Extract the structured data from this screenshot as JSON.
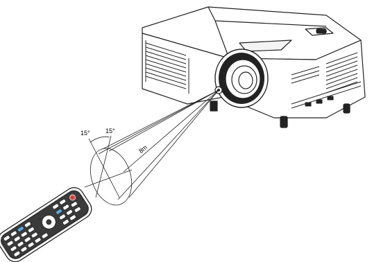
{
  "diagram": {
    "angle_left_label": "15°",
    "angle_right_label": "15°",
    "distance_label": "8m"
  }
}
